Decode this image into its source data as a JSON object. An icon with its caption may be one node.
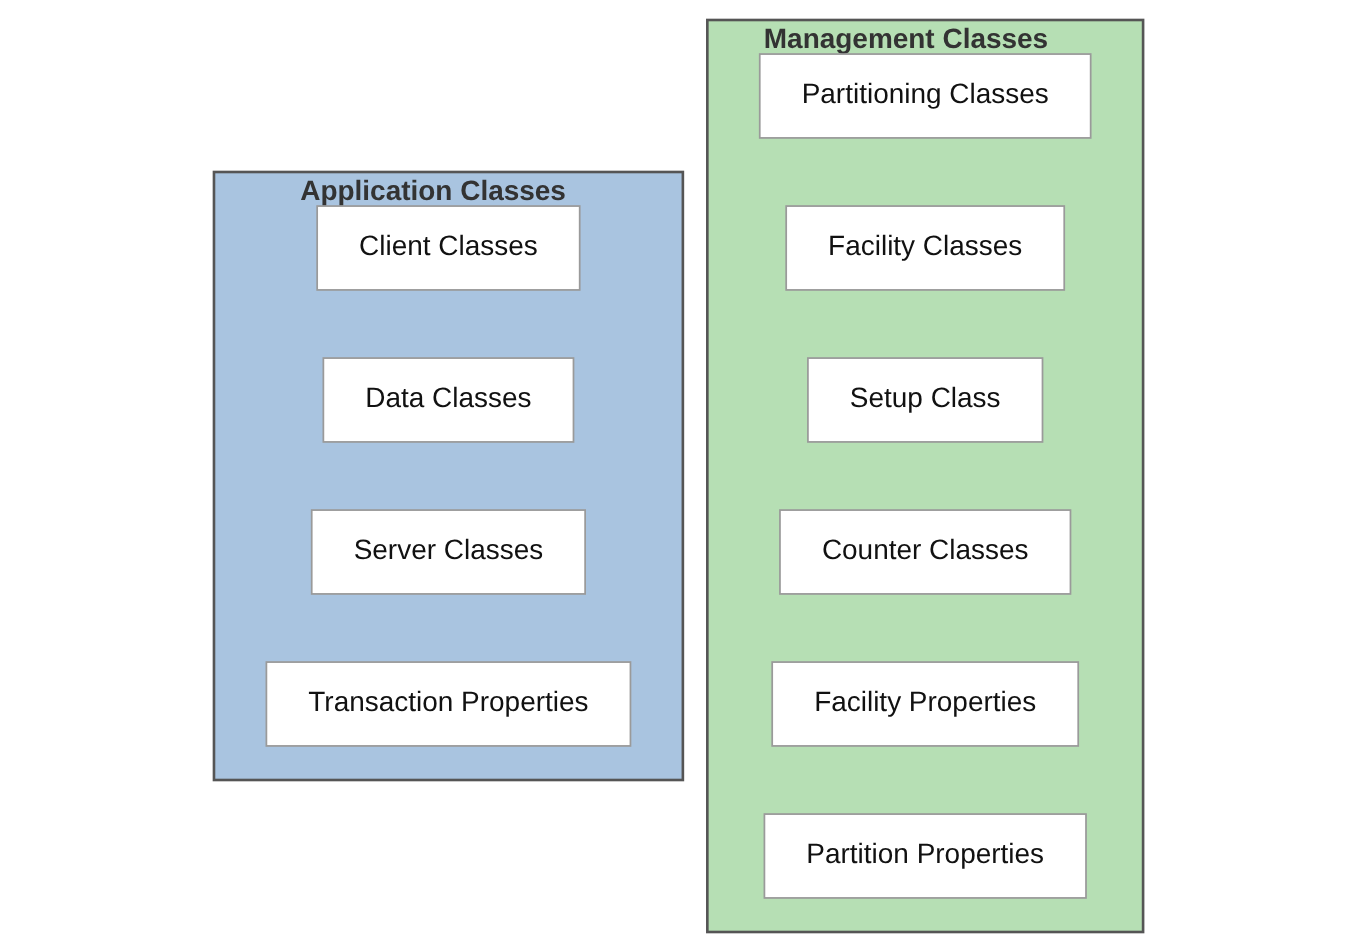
{
  "diagram": {
    "nodes": [
      {
        "text": [
          "Application Classes"
        ]
      },
      {
        "text": [
          "Client Classes"
        ],
        "in": 0
      },
      {
        "text": [
          "Data Classes"
        ],
        "in": 0
      },
      {
        "text": [
          "Server Classes"
        ],
        "in": 0
      },
      {
        "text": [
          "Transaction Properties"
        ],
        "in": 0
      },
      {
        "text": [
          "Management Classes"
        ]
      },
      {
        "text": [
          "Partitioning Classes"
        ],
        "in": 5
      },
      {
        "text": [
          "Facility Classes"
        ],
        "in": 5
      },
      {
        "text": [
          "Setup Class"
        ],
        "in": 5
      },
      {
        "text": [
          "Counter Classes"
        ],
        "in": 5
      },
      {
        "text": [
          "Facility Properties"
        ],
        "in": 5
      },
      {
        "text": [
          "Partition Properties"
        ],
        "in": 5
      }
    ]
  }
}
